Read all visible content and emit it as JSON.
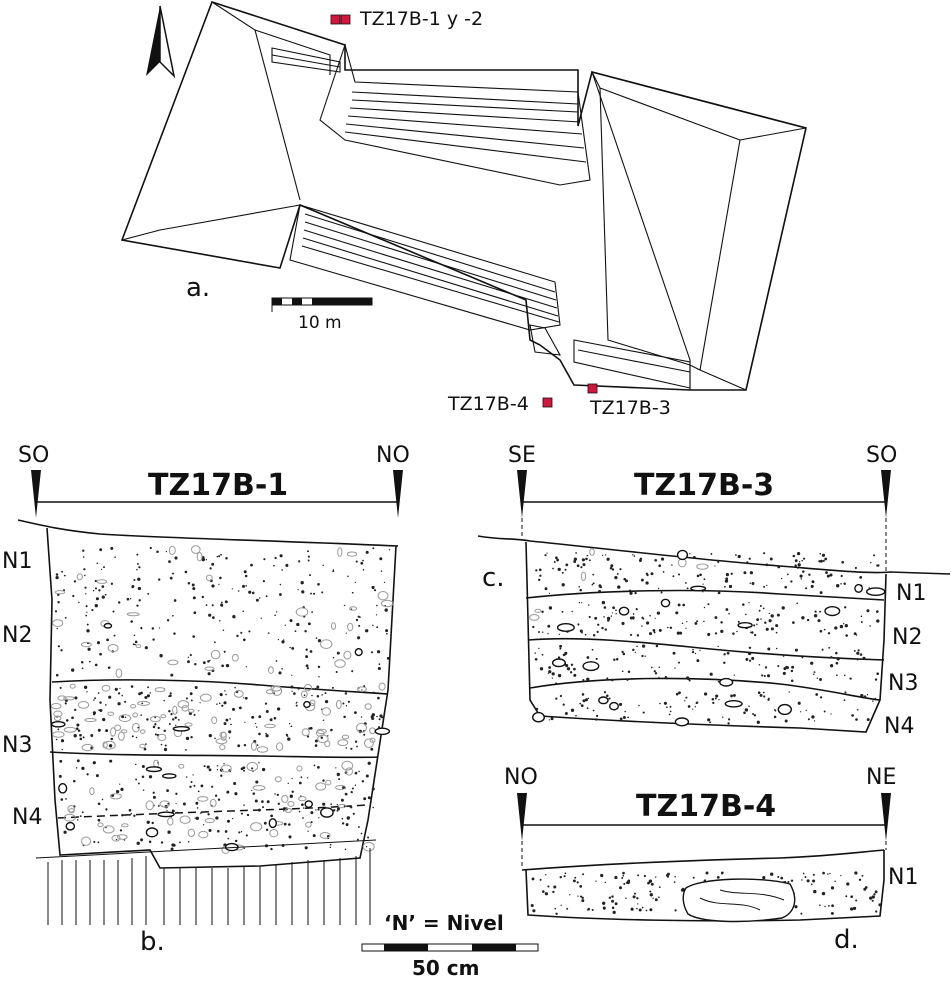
{
  "plan": {
    "panel_label": "a.",
    "label_pit12": "TZ17B-1 y -2",
    "label_pit4": "TZ17B-4",
    "label_pit3": "TZ17B-3",
    "scale_label": "10 m",
    "marker_color": "#d4163c"
  },
  "profile_b": {
    "title": "TZ17B-1",
    "left_dir": "SO",
    "right_dir": "NO",
    "panel_label": "b.",
    "levels": [
      "N1",
      "N2",
      "N3",
      "N4"
    ]
  },
  "profile_c": {
    "title": "TZ17B-3",
    "left_dir": "SE",
    "right_dir": "SO",
    "panel_label": "c.",
    "levels": [
      "N1",
      "N2",
      "N3",
      "N4"
    ]
  },
  "profile_d": {
    "title": "TZ17B-4",
    "left_dir": "NO",
    "right_dir": "NE",
    "panel_label": "d.",
    "levels": [
      "N1"
    ]
  },
  "legend": {
    "nivel_note": "‘N’ = Nivel",
    "scale_label": "50 cm"
  }
}
